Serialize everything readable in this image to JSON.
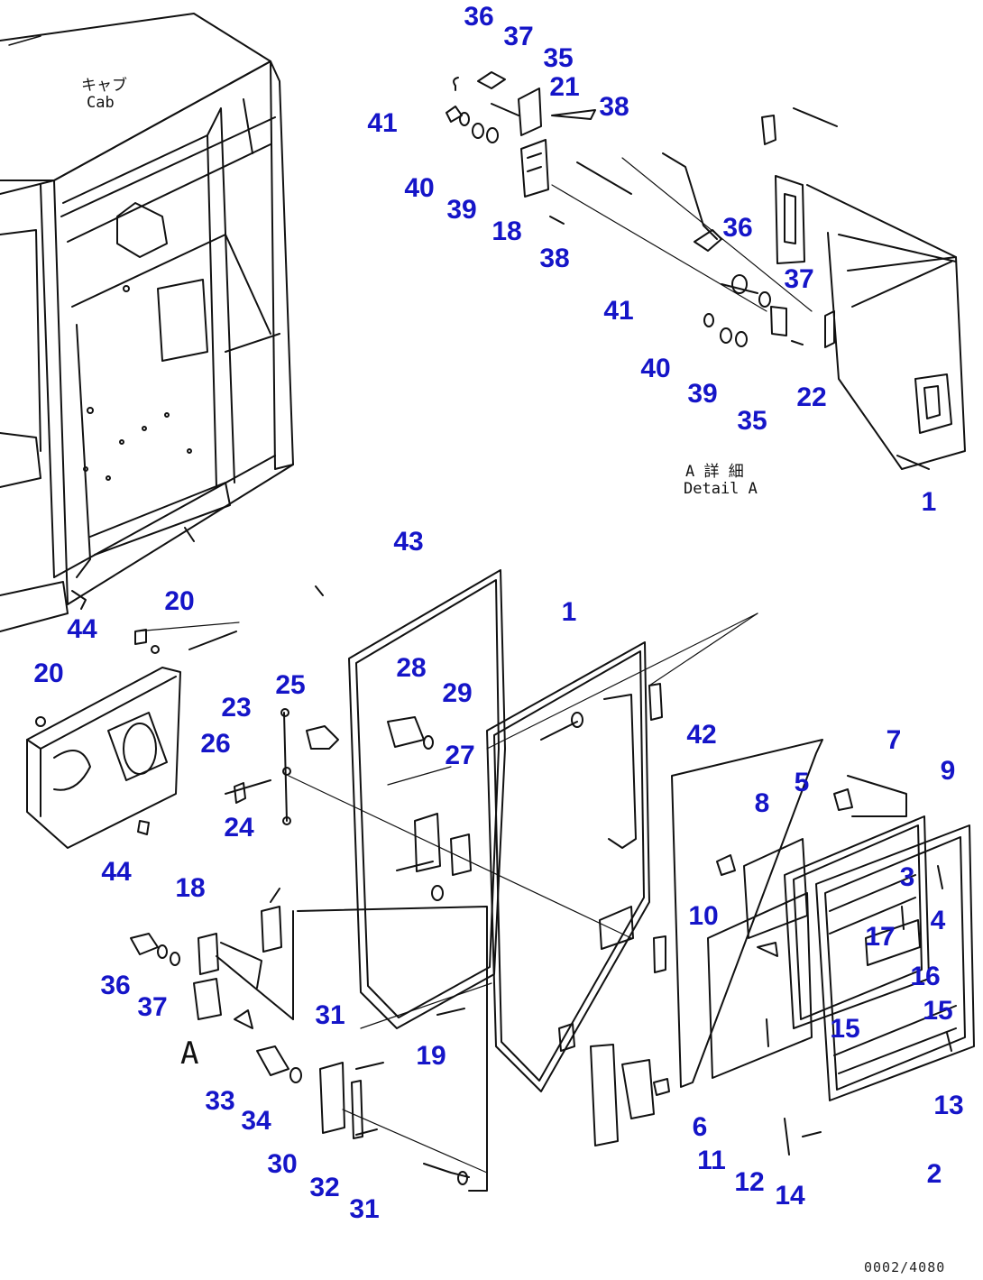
{
  "diagram": {
    "title_jp": "キャブ",
    "title_en": "Cab",
    "detail_jp": "A 詳 細",
    "detail_en": "Detail A",
    "view_marker": "A",
    "drawing_code": "0002/4080",
    "callout_color": "#1515c8",
    "line_color": "#111111",
    "callouts": [
      "36",
      "37",
      "35",
      "21",
      "38",
      "41",
      "40",
      "39",
      "18",
      "38",
      "36",
      "37",
      "41",
      "40",
      "39",
      "35",
      "22",
      "1",
      "43",
      "1",
      "20",
      "44",
      "20",
      "28",
      "29",
      "25",
      "23",
      "27",
      "26",
      "24",
      "44",
      "42",
      "7",
      "8",
      "5",
      "9",
      "3",
      "4",
      "10",
      "17",
      "18",
      "36",
      "37",
      "16",
      "15",
      "15",
      "19",
      "31",
      "13",
      "33",
      "34",
      "6",
      "30",
      "32",
      "31",
      "11",
      "12",
      "14",
      "2"
    ]
  }
}
